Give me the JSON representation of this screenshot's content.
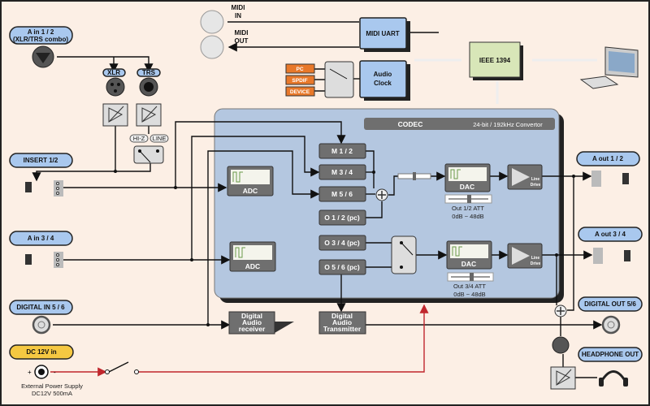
{
  "inputs": {
    "ain12": {
      "line1": "A in  1 / 2",
      "line2": "(XLR/TRS combo)"
    },
    "xlr": "XLR",
    "trs": "TRS",
    "hiz": "HI-Z",
    "line": "LINE",
    "insert": "INSERT 1/2",
    "ain34": "A in  3 / 4",
    "digital_in": "DIGITAL IN 5 / 6",
    "dc_in": "DC 12V in",
    "power_note1": "External Power Supply",
    "power_note2": "DC12V 500mA"
  },
  "midi": {
    "in": [
      "MIDI",
      "IN"
    ],
    "out": [
      "MIDI",
      "OUT"
    ],
    "uart": "MIDI UART"
  },
  "clock": {
    "sources": [
      "PC",
      "SPDIF",
      "DEVICE"
    ],
    "label": [
      "Audio",
      "Clock"
    ]
  },
  "ieee": "IEEE 1394",
  "codec": {
    "title": "CODEC",
    "subtitle": "24-bit / 192kHz Convertor",
    "channels": [
      "M 1 / 2",
      "M 3 / 4",
      "M 5 / 6",
      "O 1 / 2 (pc)",
      "O 3 / 4 (pc)",
      "O 5 / 6 (pc)"
    ],
    "adc": "ADC",
    "dac": "DAC",
    "line_drive": [
      "Line",
      "Drive"
    ],
    "att12": [
      "Out 1/2 ATT",
      "0dB ~ 48dB"
    ],
    "att34": [
      "Out 3/4 ATT",
      "0dB ~ 48dB"
    ]
  },
  "digital": {
    "receiver": [
      "Digital",
      "Audio",
      "receiver"
    ],
    "transmitter": [
      "Digital",
      "Audio",
      "Transmitter"
    ]
  },
  "outputs": {
    "aout12": "A out  1 / 2",
    "aout34": "A out  3 / 4",
    "digital_out": "DIGITAL OUT 5/6",
    "headphone": "HEADPHONE OUT"
  },
  "colors": {
    "background": "#fcefe5",
    "codec_panel": "#b4c7e0",
    "pill": "#a9c8ee",
    "dc_pill": "#f5c842",
    "clock_source": "#e8782a",
    "power_line": "#c0272d"
  }
}
